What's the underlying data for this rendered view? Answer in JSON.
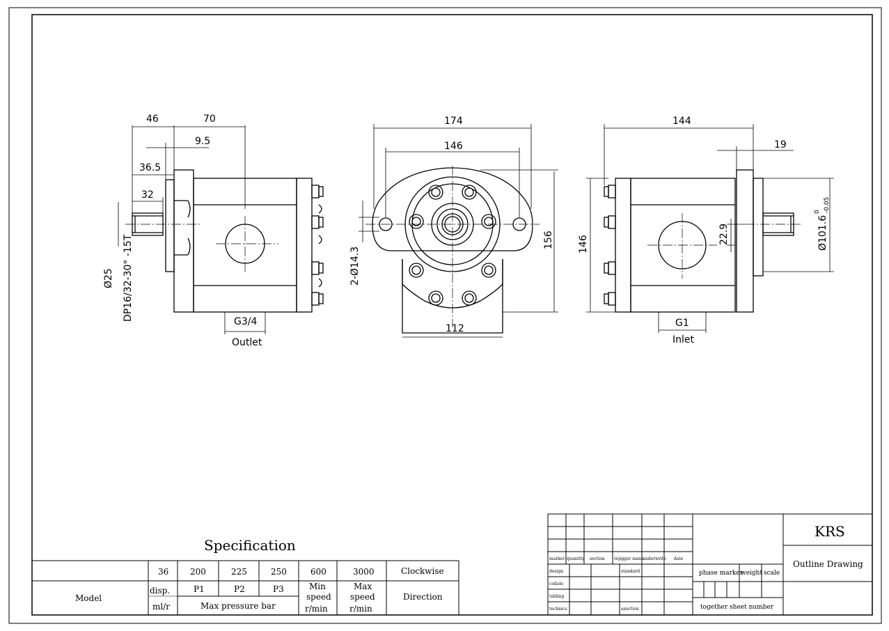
{
  "side_view": {
    "dims": {
      "d46": "46",
      "d70": "70",
      "d9_5": "9.5",
      "d36_5": "36.5",
      "d32": "32",
      "d25": "Ø25",
      "spline": "DP16/32-30° -15T"
    },
    "port_size": "G3/4",
    "port_label": "Outlet"
  },
  "front_view": {
    "dims": {
      "d174": "174",
      "d146": "146",
      "d156": "156",
      "d112": "112",
      "holes": "2-Ø14.3"
    }
  },
  "rear_view": {
    "dims": {
      "d144": "144",
      "d19": "19",
      "d146": "146",
      "d22_9": "22.9",
      "d101": "Ø101.6",
      "tol_upper": "0",
      "tol_lower": "-0.05"
    },
    "port_size": "G1",
    "port_label": "Inlet"
  },
  "spec": {
    "title": "Specification",
    "row1": [
      "36",
      "200",
      "225",
      "250",
      "600",
      "3000",
      "Clockwise"
    ],
    "model_label": "Model",
    "disp_label": "disp.",
    "disp_unit": "ml/r",
    "pressure_ports": [
      "P1",
      "P2",
      "P3"
    ],
    "max_pressure_label": "Max pressure bar",
    "min_speed": [
      "Min",
      "speed",
      "r/min"
    ],
    "max_speed": [
      "Max",
      "speed",
      "r/min"
    ],
    "direction_label": "Direction"
  },
  "title_block": {
    "company": "KRS",
    "drawing_title": "Outline Drawing",
    "rev_headers": [
      "marker",
      "quantity",
      "section",
      "rejigger name",
      "underwrite",
      "date"
    ],
    "roles": [
      "design",
      "collate",
      "tabling",
      "technics"
    ],
    "standard": "standard",
    "sanction": "sanction",
    "phase_marker": "phase marker",
    "weight": "weight",
    "scale": "scale",
    "sheets": "together  sheet number"
  }
}
